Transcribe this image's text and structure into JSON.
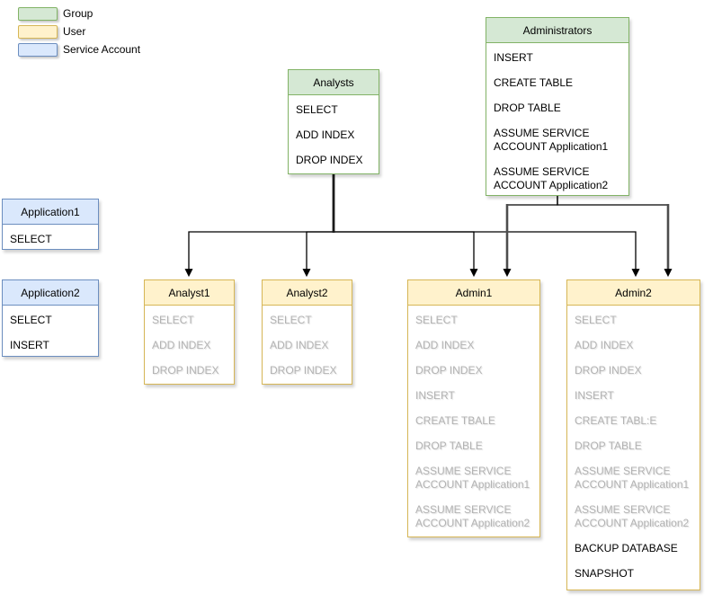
{
  "legend": {
    "items": [
      {
        "label": "Group",
        "fill": "#d5e8d4",
        "border": "#82b366"
      },
      {
        "label": "User",
        "fill": "#fff2cc",
        "border": "#d6b656"
      },
      {
        "label": "Service Account",
        "fill": "#dae8fc",
        "border": "#6c8ebf"
      }
    ]
  },
  "colors": {
    "group_fill": "#d5e8d4",
    "group_border": "#82b366",
    "user_fill": "#fff2cc",
    "user_border": "#d6b656",
    "service_fill": "#dae8fc",
    "service_border": "#6c8ebf",
    "inherited_text": "#b3b3b3",
    "own_text": "#000000",
    "connector": "#000000"
  },
  "nodes": {
    "analysts": {
      "title": "Analysts",
      "type": "group",
      "items": [
        "SELECT",
        "ADD INDEX",
        "DROP INDEX"
      ]
    },
    "administrators": {
      "title": "Administrators",
      "type": "group",
      "items": [
        "INSERT",
        "CREATE TABLE",
        "DROP TABLE",
        "ASSUME SERVICE ACCOUNT Application1",
        "ASSUME SERVICE ACCOUNT Application2"
      ]
    },
    "application1": {
      "title": "Application1",
      "type": "service-account",
      "items": [
        "SELECT"
      ]
    },
    "application2": {
      "title": "Application2",
      "type": "service-account",
      "items": [
        "SELECT",
        "INSERT"
      ]
    },
    "analyst1": {
      "title": "Analyst1",
      "type": "user",
      "inherited": [
        "SELECT",
        "ADD INDEX",
        "DROP INDEX"
      ]
    },
    "analyst2": {
      "title": "Analyst2",
      "type": "user",
      "inherited": [
        "SELECT",
        "ADD INDEX",
        "DROP INDEX"
      ]
    },
    "admin1": {
      "title": "Admin1",
      "type": "user",
      "inherited": [
        "SELECT",
        "ADD INDEX",
        "DROP INDEX",
        "INSERT",
        "CREATE TBALE",
        "DROP TABLE",
        "ASSUME SERVICE ACCOUNT Application1",
        "ASSUME SERVICE ACCOUNT Application2"
      ]
    },
    "admin2": {
      "title": "Admin2",
      "type": "user",
      "inherited": [
        "SELECT",
        "ADD INDEX",
        "DROP INDEX",
        "INSERT",
        "CREATE TABL:E",
        "DROP TABLE",
        "ASSUME SERVICE ACCOUNT Application1",
        "ASSUME SERVICE ACCOUNT Application2"
      ],
      "own": [
        "BACKUP DATABASE",
        "SNAPSHOT"
      ]
    }
  },
  "edges": [
    {
      "from": "Analysts",
      "to": "Analyst1"
    },
    {
      "from": "Analysts",
      "to": "Analyst2"
    },
    {
      "from": "Analysts",
      "to": "Admin1"
    },
    {
      "from": "Analysts",
      "to": "Admin2"
    },
    {
      "from": "Administrators",
      "to": "Admin1"
    },
    {
      "from": "Administrators",
      "to": "Admin2"
    }
  ]
}
